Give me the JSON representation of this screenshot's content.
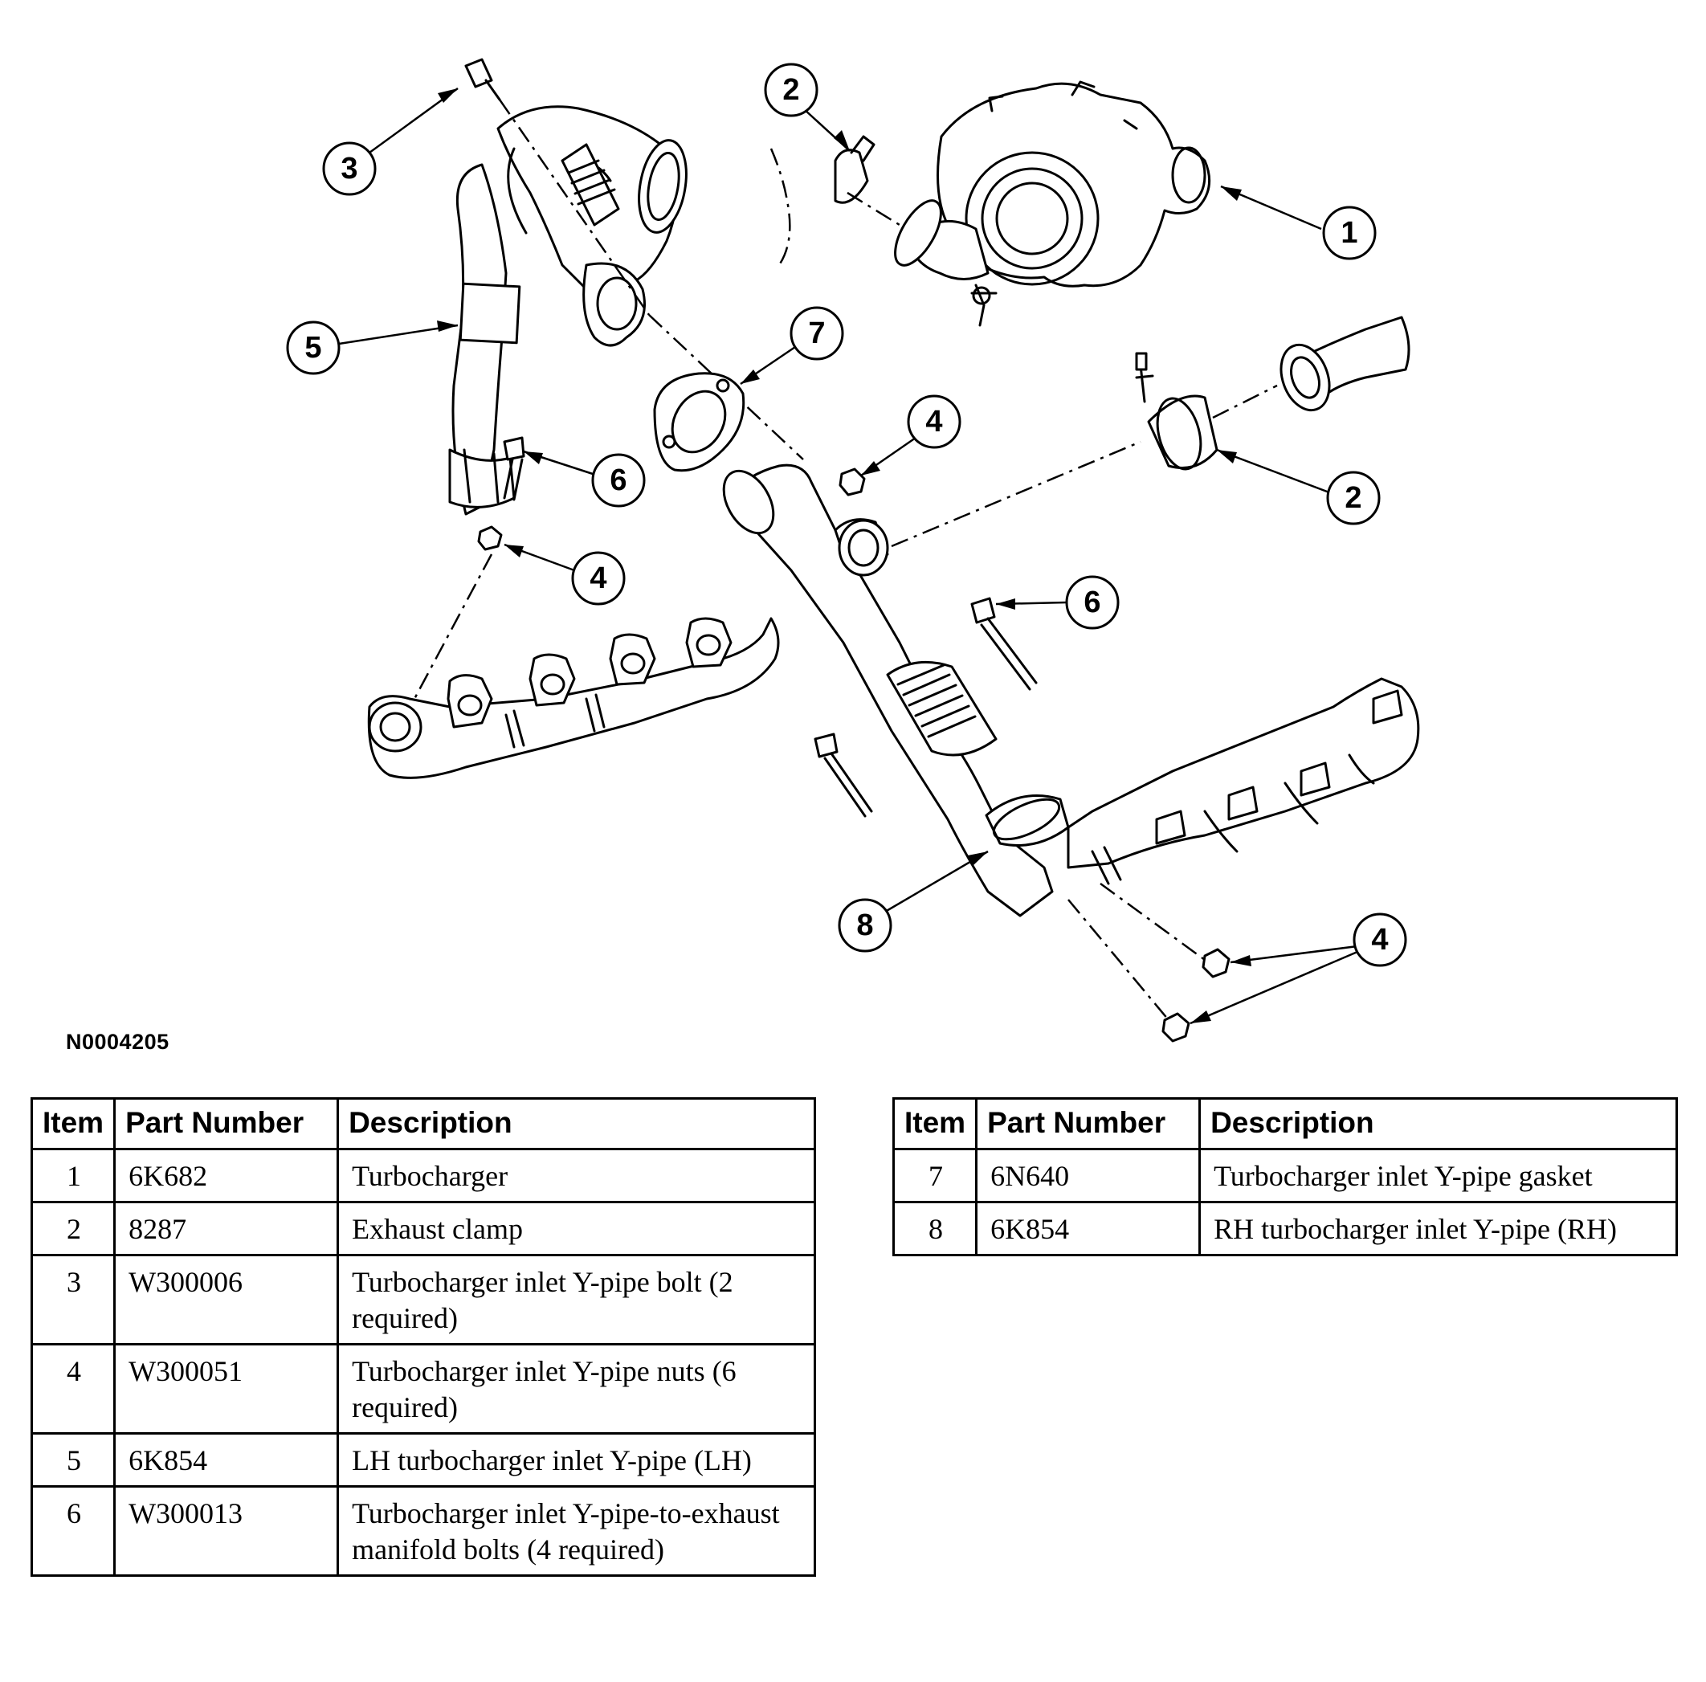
{
  "figure": {
    "id": "N0004205",
    "callouts": [
      "1",
      "2",
      "2",
      "3",
      "4",
      "4",
      "4",
      "5",
      "6",
      "6",
      "7",
      "8"
    ]
  },
  "tables": {
    "headers": {
      "item": "Item",
      "part_number": "Part Number",
      "description": "Description"
    },
    "left_rows": [
      {
        "item": "1",
        "part_number": "6K682",
        "description": "Turbocharger"
      },
      {
        "item": "2",
        "part_number": "8287",
        "description": "Exhaust clamp"
      },
      {
        "item": "3",
        "part_number": "W300006",
        "description": "Turbocharger inlet Y-pipe bolt (2 required)"
      },
      {
        "item": "4",
        "part_number": "W300051",
        "description": "Turbocharger inlet Y-pipe nuts (6 required)"
      },
      {
        "item": "5",
        "part_number": "6K854",
        "description": "LH turbocharger inlet Y-pipe (LH)"
      },
      {
        "item": "6",
        "part_number": "W300013",
        "description": "Turbocharger inlet Y-pipe-to-exhaust manifold bolts (4 required)"
      }
    ],
    "right_rows": [
      {
        "item": "7",
        "part_number": "6N640",
        "description": "Turbocharger inlet Y-pipe gasket"
      },
      {
        "item": "8",
        "part_number": "6K854",
        "description": "RH turbocharger inlet Y-pipe (RH)"
      }
    ]
  }
}
